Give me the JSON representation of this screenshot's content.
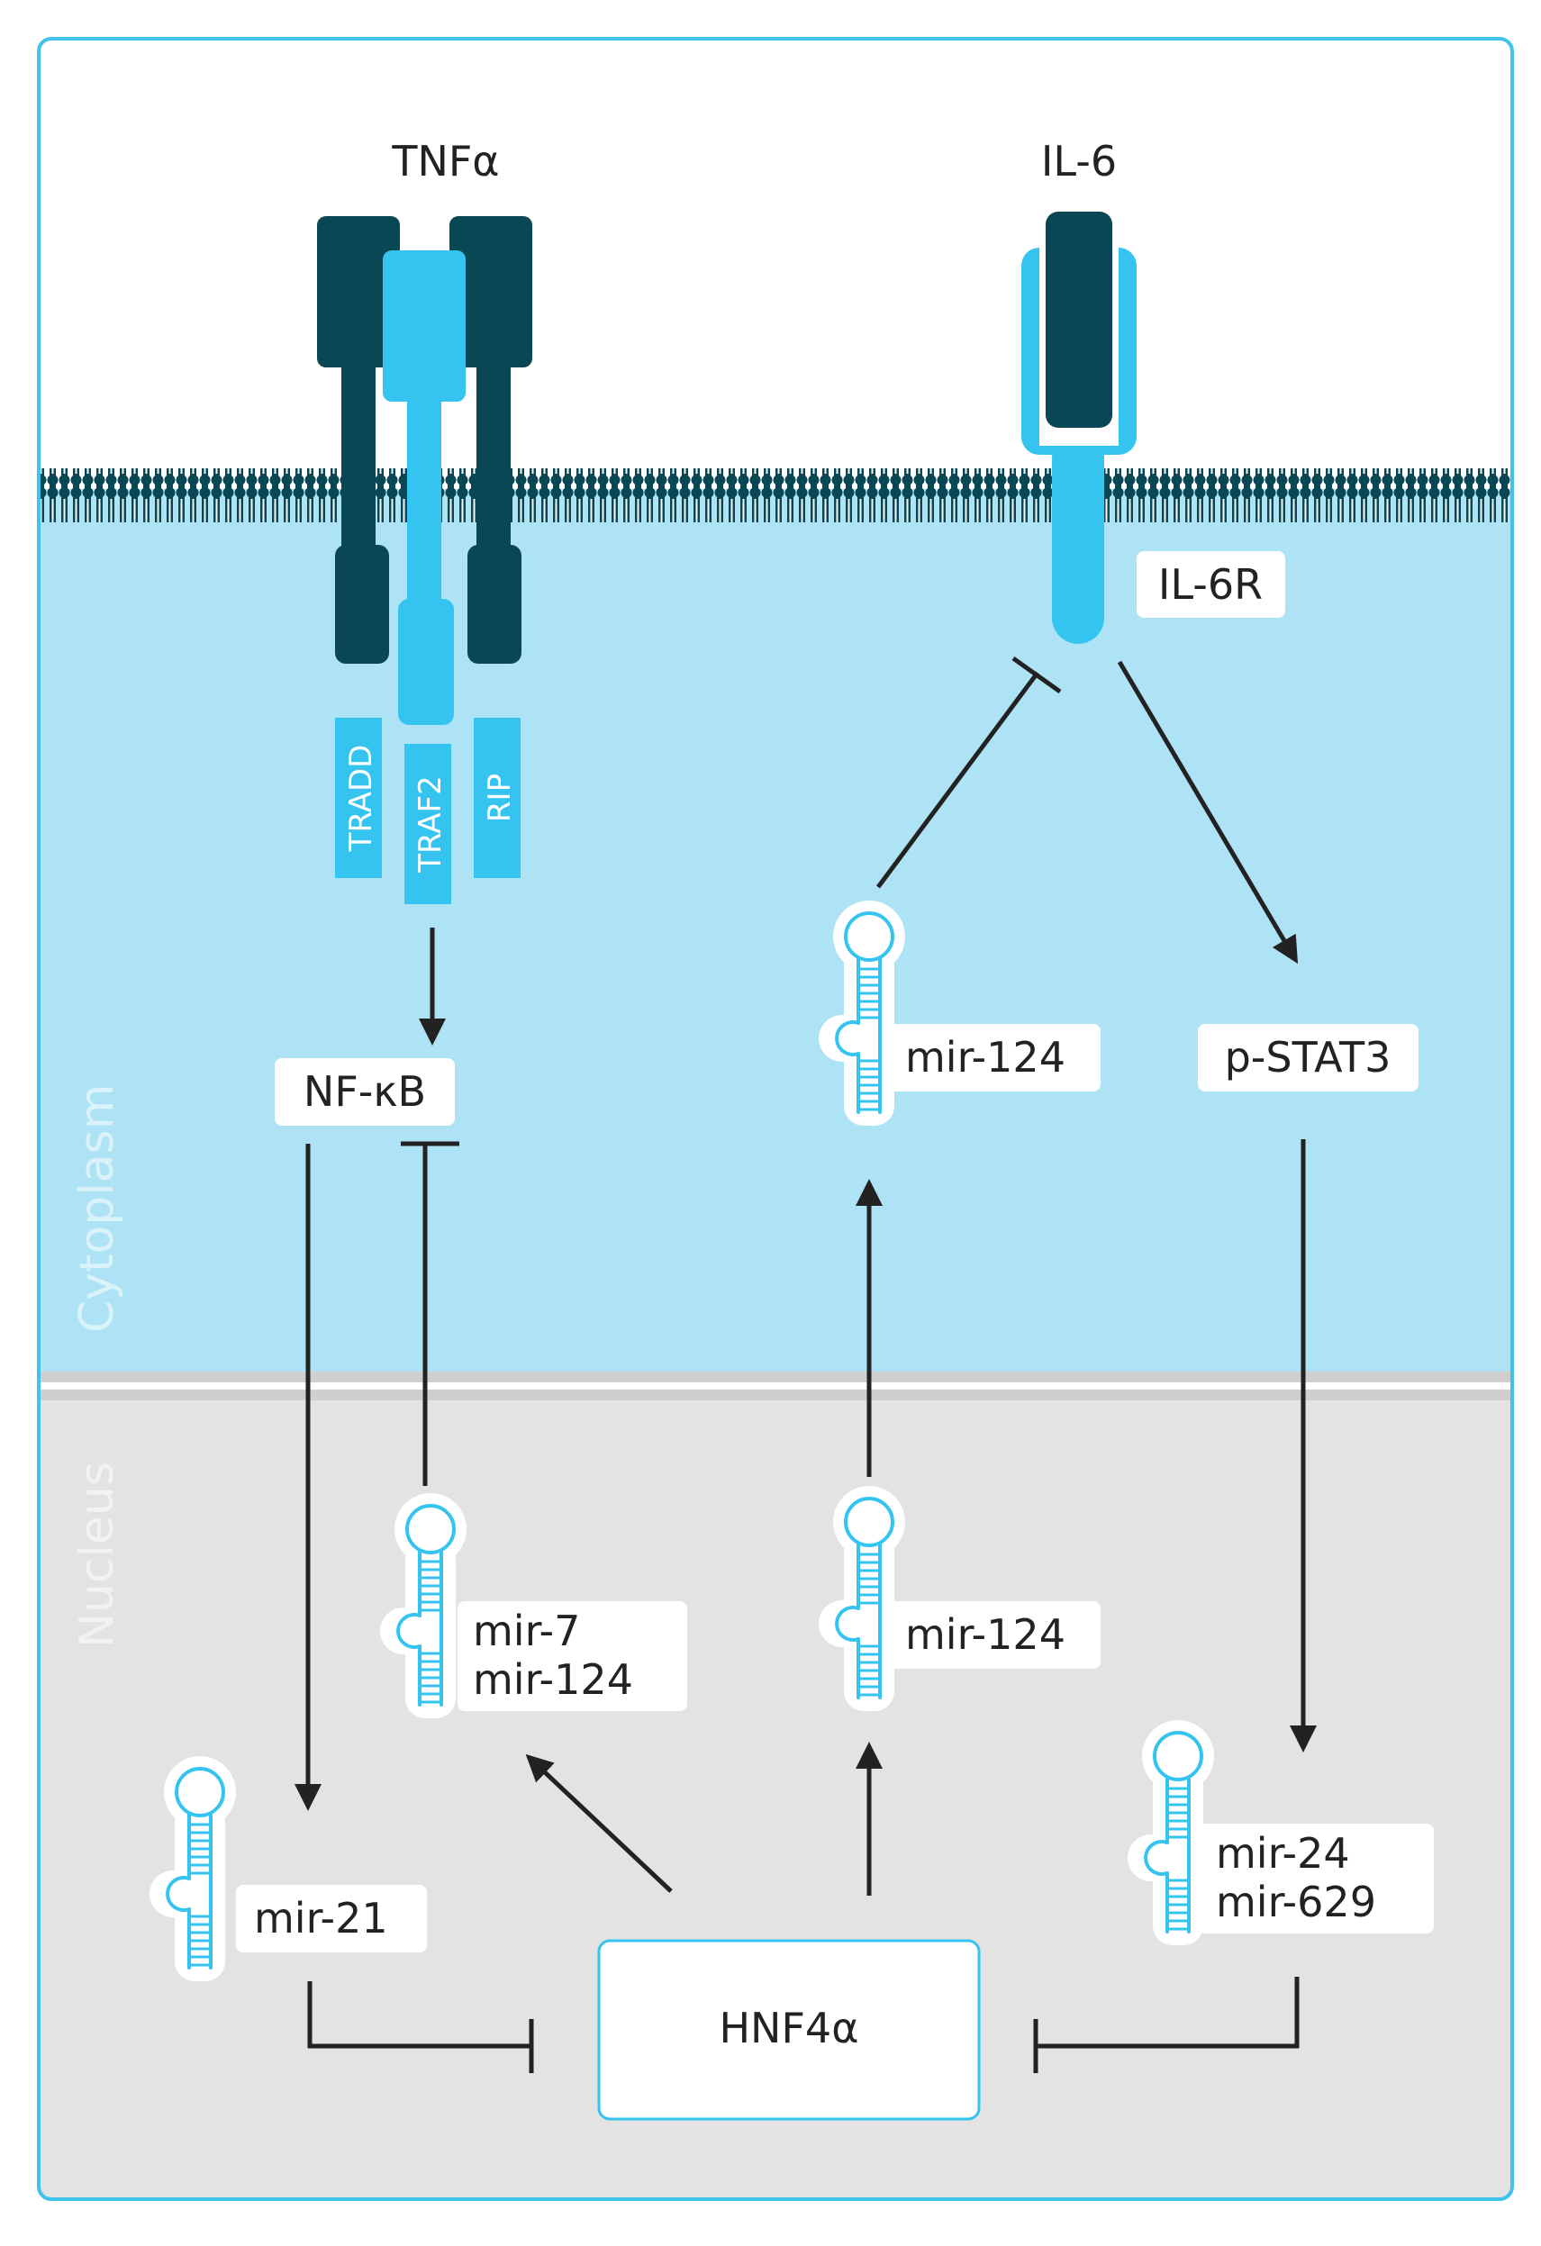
{
  "title": "",
  "compartments": {
    "cytoplasm": "Cytoplasm",
    "nucleus": "Nucleus"
  },
  "receptors": {
    "tnf": {
      "ligand": "TNFα",
      "adapters": [
        "TRADD",
        "TRAF2",
        "RIP"
      ]
    },
    "il6": {
      "ligand": "IL-6",
      "receptor": "IL-6R"
    }
  },
  "nodes": {
    "nfkb": "NF-κB",
    "pstat3": "p-STAT3",
    "mir124_cyto": "mir-124",
    "mir124_nuc": "mir-124",
    "mir7_124": [
      "mir-7",
      "mir-124"
    ],
    "mir21": "mir-21",
    "mir24_629": [
      "mir-24",
      "mir-629"
    ],
    "hnf4a": "HNF4α"
  },
  "edges": [
    {
      "from": "tnf_receptor",
      "to": "nfkb",
      "type": "activation"
    },
    {
      "from": "nfkb",
      "to": "mir21",
      "type": "activation"
    },
    {
      "from": "mir7_124",
      "to": "nfkb",
      "type": "inhibition"
    },
    {
      "from": "hnf4a",
      "to": "mir7_124",
      "type": "activation"
    },
    {
      "from": "hnf4a",
      "to": "mir124_nuc",
      "type": "activation"
    },
    {
      "from": "mir124_nuc",
      "to": "mir124_cyto",
      "type": "activation"
    },
    {
      "from": "mir124_cyto",
      "to": "il6r",
      "type": "inhibition"
    },
    {
      "from": "il6r",
      "to": "pstat3",
      "type": "activation"
    },
    {
      "from": "pstat3",
      "to": "mir24_629",
      "type": "activation"
    },
    {
      "from": "mir21",
      "to": "hnf4a",
      "type": "inhibition"
    },
    {
      "from": "mir24_629",
      "to": "hnf4a",
      "type": "inhibition"
    }
  ],
  "colors": {
    "cytoplasm": "#aee3f5",
    "nucleus": "#e3e3e3",
    "frame": "#3fc3ea",
    "receptor_dark": "#0a4755",
    "receptor_light": "#35c4ef",
    "arrow": "#222222",
    "node_bg": "#ffffff"
  }
}
